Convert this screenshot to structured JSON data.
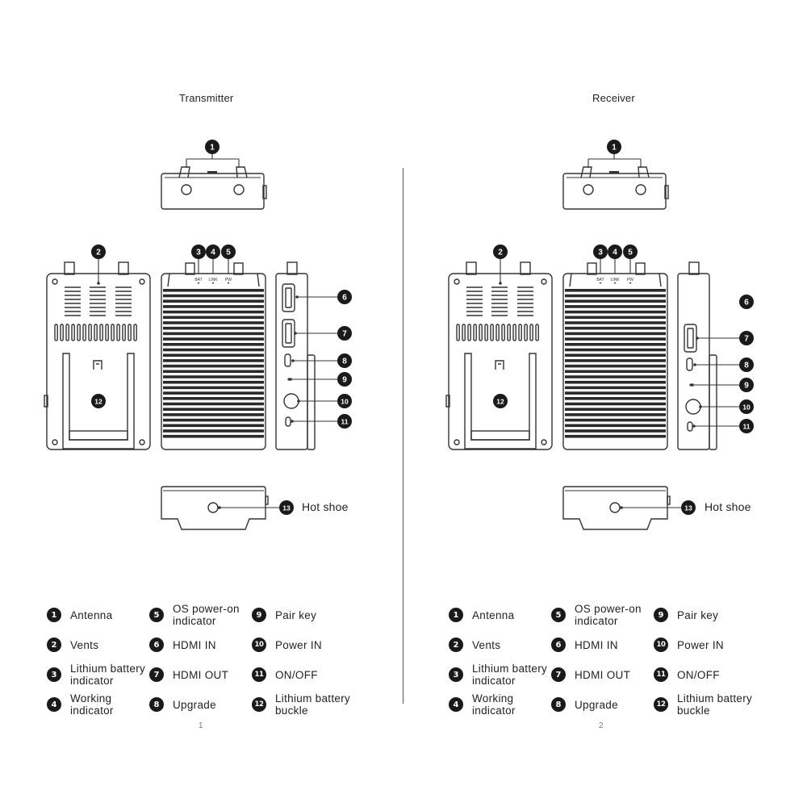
{
  "pages": [
    {
      "title": "Transmitter",
      "page_number": "1",
      "hotshoe_label": "Hot shoe",
      "indicator_labels": [
        "BAT",
        "LINK",
        "PW"
      ],
      "legend": [
        {
          "num": "1",
          "label": "Antenna"
        },
        {
          "num": "2",
          "label": "Vents"
        },
        {
          "num": "3",
          "label": "Lithium battery indicator"
        },
        {
          "num": "4",
          "label": "Working indicator"
        },
        {
          "num": "5",
          "label": "OS power-on indicator"
        },
        {
          "num": "6",
          "label": "HDMI IN"
        },
        {
          "num": "7",
          "label": "HDMI OUT"
        },
        {
          "num": "8",
          "label": "Upgrade"
        },
        {
          "num": "9",
          "label": "Pair key"
        },
        {
          "num": "10",
          "label": "Power IN"
        },
        {
          "num": "11",
          "label": "ON/OFF"
        },
        {
          "num": "12",
          "label": "Lithium battery buckle"
        }
      ]
    },
    {
      "title": "Receiver",
      "page_number": "2",
      "hotshoe_label": "Hot  shoe",
      "indicator_labels": [
        "BAT",
        "LINK",
        "PW"
      ],
      "legend": [
        {
          "num": "1",
          "label": "Antenna"
        },
        {
          "num": "2",
          "label": "Vents"
        },
        {
          "num": "3",
          "label": "Lithium battery indicator"
        },
        {
          "num": "4",
          "label": "Working indicator"
        },
        {
          "num": "5",
          "label": "OS power-on indicator"
        },
        {
          "num": "6",
          "label": "HDMI IN"
        },
        {
          "num": "7",
          "label": "HDMI OUT"
        },
        {
          "num": "8",
          "label": "Upgrade"
        },
        {
          "num": "9",
          "label": "Pair key"
        },
        {
          "num": "10",
          "label": "Power IN"
        },
        {
          "num": "11",
          "label": "ON/OFF"
        },
        {
          "num": "12",
          "label": "Lithium battery buckle"
        }
      ]
    }
  ]
}
